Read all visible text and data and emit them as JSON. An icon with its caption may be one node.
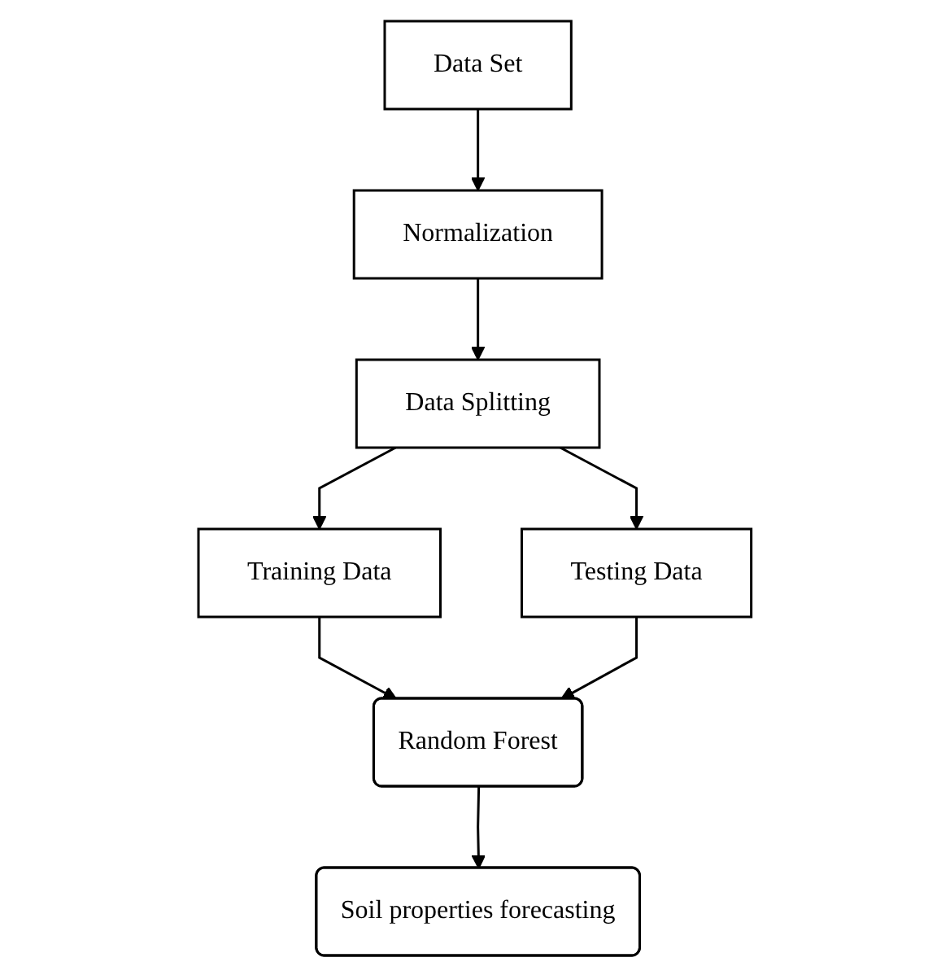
{
  "diagram": {
    "nodes": [
      {
        "text": [
          "Data Set"
        ]
      },
      {
        "text": [
          "Normalization"
        ]
      },
      {
        "text": [
          "Training Data"
        ]
      },
      {
        "text": [
          "Data Splitting"
        ]
      },
      {
        "text": [
          "Testing Data"
        ]
      },
      {
        "text": [
          "Random Forest"
        ]
      },
      {
        "text": [
          "Soil properties forecasting"
        ]
      }
    ],
    "edges": [
      {
        "from": 0,
        "to": 1,
        "arrow": "to"
      },
      {
        "from": 1,
        "to": 3,
        "arrow": "to"
      },
      {
        "from": 3,
        "to": 2,
        "arrow": "to"
      },
      {
        "from": 3,
        "to": 4,
        "arrow": "to"
      },
      {
        "from": 2,
        "to": 5,
        "arrow": "to"
      },
      {
        "from": 4,
        "to": 5,
        "arrow": "to"
      },
      {
        "from": 5,
        "to": 6,
        "arrow": "to"
      }
    ]
  }
}
